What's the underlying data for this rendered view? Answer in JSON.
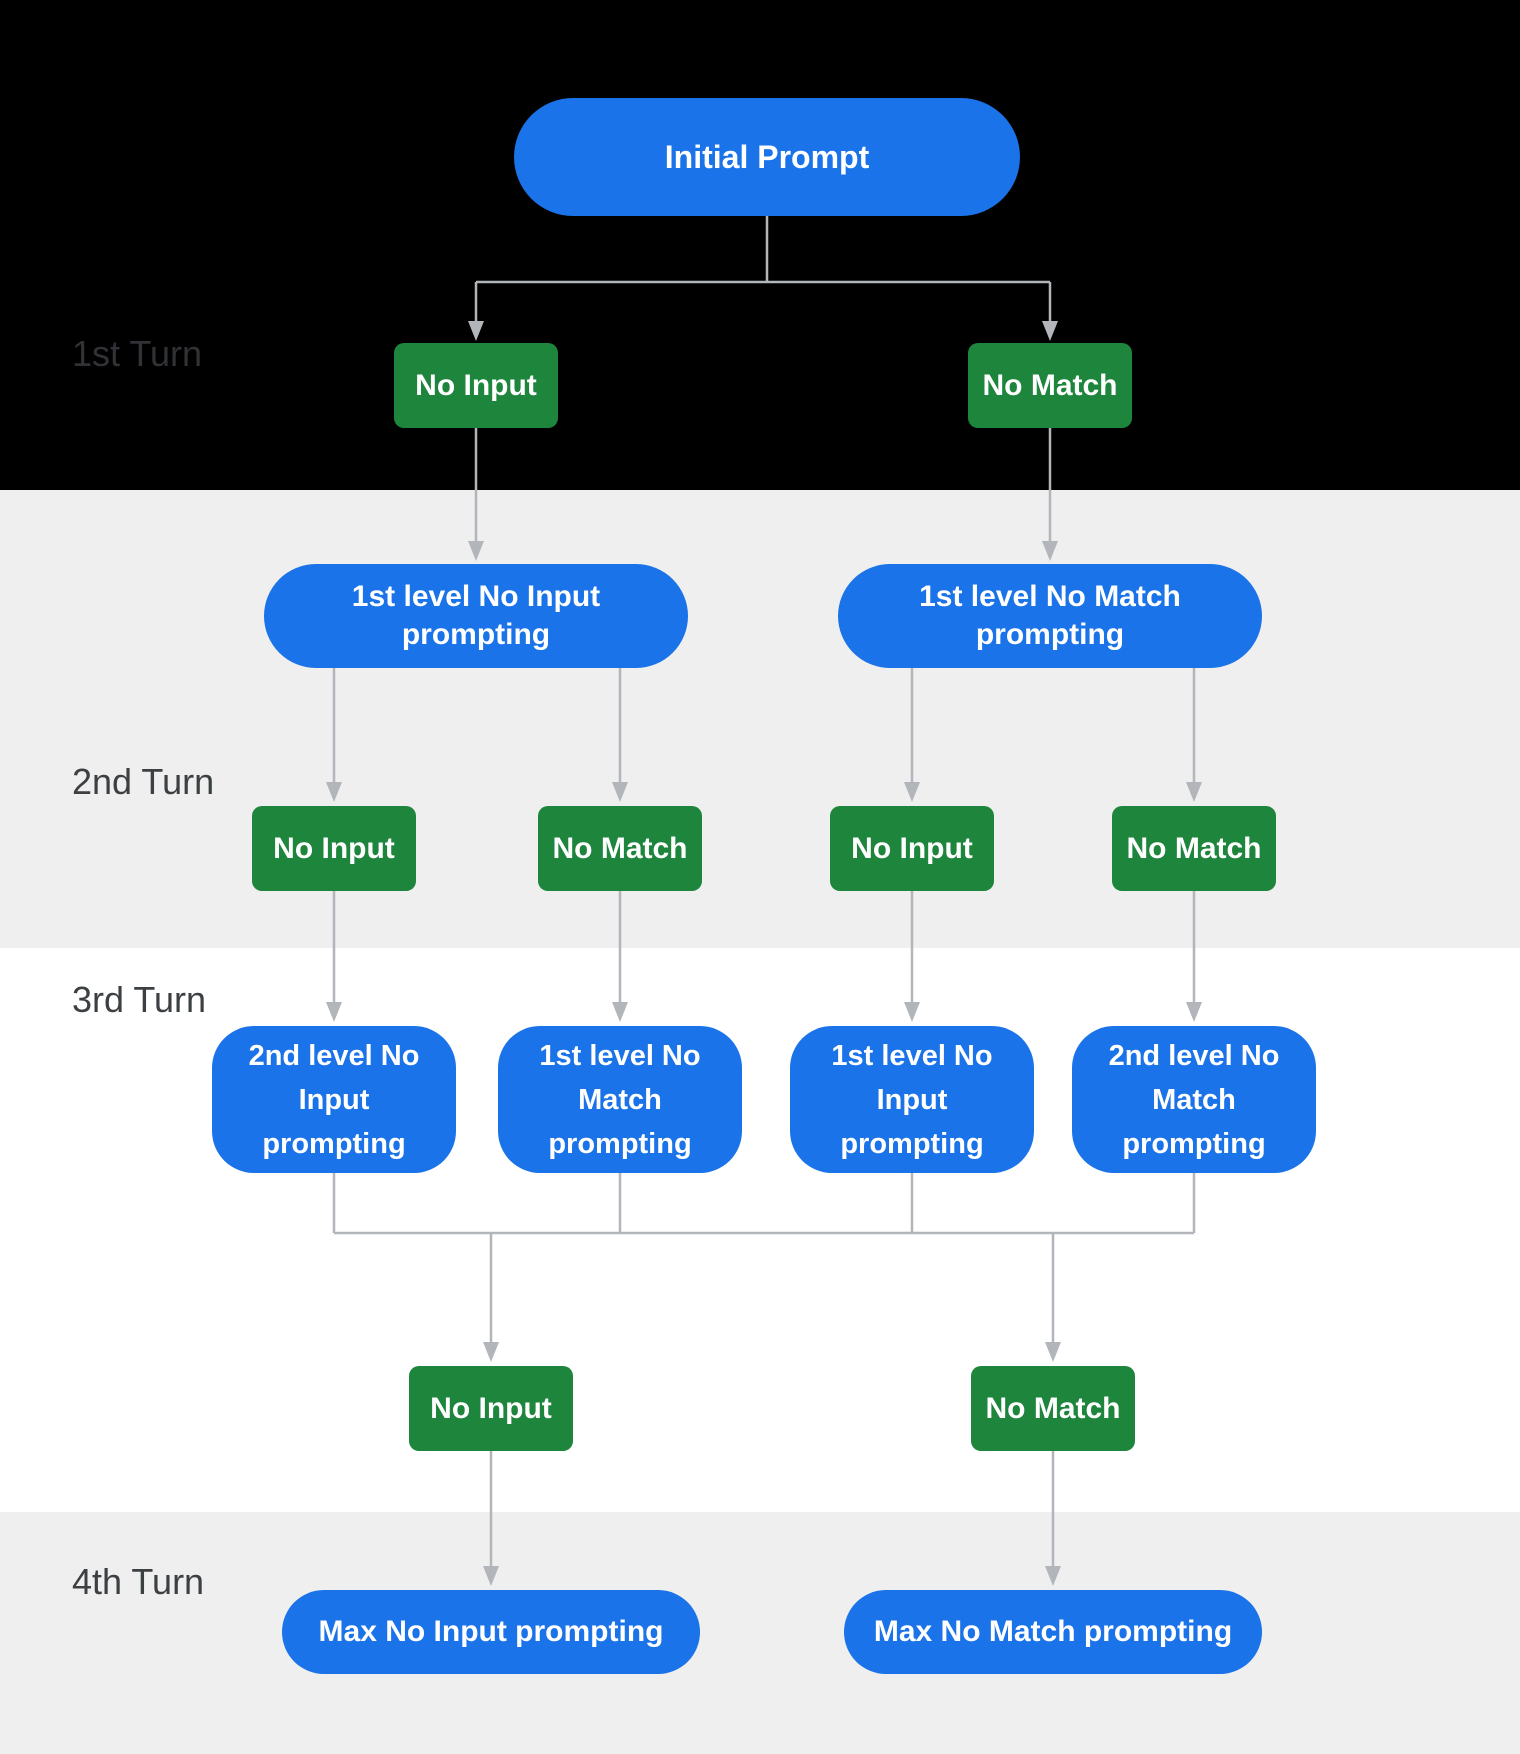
{
  "colors": {
    "background_black": "#000000",
    "band_gray": "#efefef",
    "band_white": "#ffffff",
    "node_blue": "#1a73e8",
    "node_green": "#1d853c",
    "node_text": "#ffffff",
    "connector_gray": "#b2b6ba",
    "label_gray": "#3c4043",
    "label_gray_on_black": "#303236"
  },
  "turns": [
    {
      "label": "1st Turn"
    },
    {
      "label": "2nd Turn"
    },
    {
      "label": "3rd Turn"
    },
    {
      "label": "4th Turn"
    }
  ],
  "nodes": {
    "initial_prompt": "Initial Prompt",
    "turn1_no_input": "No Input",
    "turn1_no_match": "No Match",
    "level1_no_input_prompting": "1st level No Input\nprompting",
    "level1_no_match_prompting": "1st level No Match\nprompting",
    "turn2_no_input_left": "No Input",
    "turn2_no_match_left": "No Match",
    "turn2_no_input_right": "No Input",
    "turn2_no_match_right": "No Match",
    "level2_no_input_prompting": "2nd level No\nInput\nprompting",
    "level1_no_match_prompting_again": "1st level No\nMatch\nprompting",
    "level1_no_input_prompting_again": "1st level No\nInput\nprompting",
    "level2_no_match_prompting": "2nd level No\nMatch\nprompting",
    "turn3_no_input": "No Input",
    "turn3_no_match": "No Match",
    "max_no_input_prompting": "Max No Input prompting",
    "max_no_match_prompting": "Max No Match prompting"
  }
}
